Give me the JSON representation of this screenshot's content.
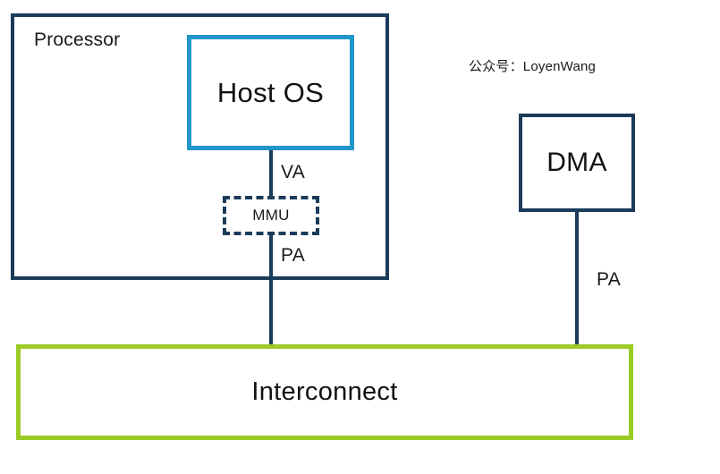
{
  "diagram": {
    "title_watermark": "公众号：LoyenWang",
    "colors": {
      "navy": "#1b3b5a",
      "blue": "#2196c8",
      "green": "#9ccb26",
      "text": "#111111",
      "background": "#ffffff"
    },
    "nodes": {
      "processor": {
        "label": "Processor",
        "border_style": "solid",
        "color": "#1b3b5a"
      },
      "host_os": {
        "label": "Host OS",
        "border_style": "solid",
        "color": "#2196c8"
      },
      "mmu": {
        "label": "MMU",
        "border_style": "dashed",
        "color": "#1b3b5a"
      },
      "dma": {
        "label": "DMA",
        "border_style": "solid",
        "color": "#1b3b5a"
      },
      "interconnect": {
        "label": "Interconnect",
        "border_style": "solid",
        "color": "#9ccb26"
      }
    },
    "edges": [
      {
        "from": "host_os",
        "to": "mmu",
        "label": "VA"
      },
      {
        "from": "mmu",
        "to": "interconnect",
        "label": "PA"
      },
      {
        "from": "dma",
        "to": "interconnect",
        "label": "PA"
      }
    ]
  }
}
